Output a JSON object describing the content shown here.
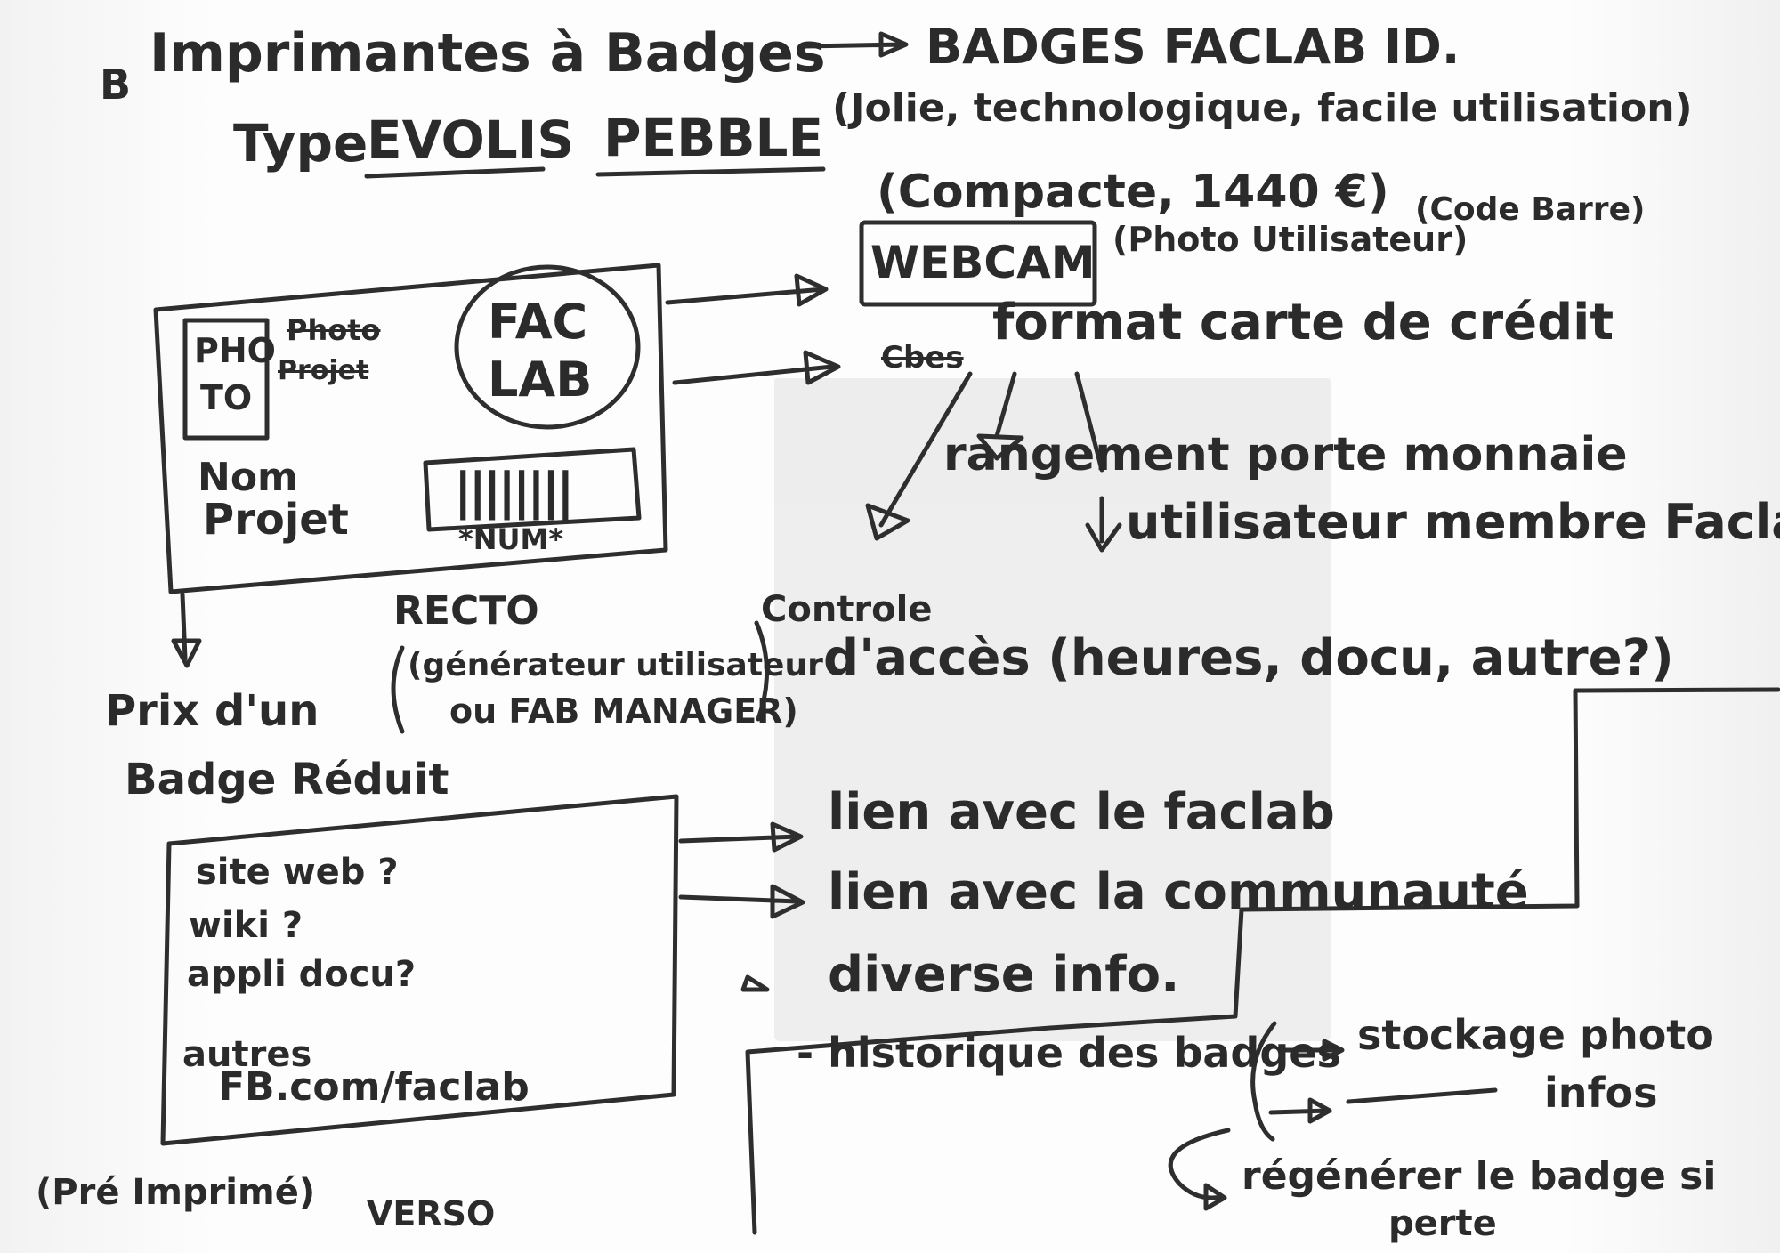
{
  "header": {
    "bullet": "B",
    "title": "Imprimantes à Badges",
    "target": "BADGES FACLAB ID.",
    "type_label": "Type",
    "type_brand": "EVOLIS",
    "type_model": "PEBBLE",
    "qualities": "(Jolie, technologique, facile utilisation)",
    "compact_price": "(Compacte, 1440 €)"
  },
  "webcam": {
    "label": "WEBCAM",
    "photo_note": "(Photo Utilisateur)",
    "barcode_note": "(Code Barre)"
  },
  "format": {
    "crossed_word": "Cbes",
    "text": "format carte de crédit",
    "branch_wallet": "rangement porte monnaie",
    "branch_member": "utilisateur membre Faclab",
    "access_title": "Controle",
    "access_text": "d'accès (heures, docu, autre?)"
  },
  "recto_card": {
    "photo_label_line1": "PHO",
    "photo_label_line2": "TO",
    "crossed_line1": "Photo",
    "crossed_line2": "Projet",
    "logo_line1": "FAC",
    "logo_line2": "LAB",
    "name_line1": "Nom",
    "name_line2": "Projet",
    "barcode_bars": "||||||||",
    "barcode_num": "*NUM*",
    "caption": "RECTO"
  },
  "price": {
    "line1": "Prix d'un",
    "line2": "Badge Réduit",
    "generator_line1": "(générateur utilisateur",
    "generator_line2": "ou FAB MANAGER)"
  },
  "verso_card": {
    "items": [
      "site web ?",
      "wiki ?",
      "appli docu?",
      "autres"
    ],
    "fb": "FB.com/faclab",
    "caption": "VERSO",
    "preprinted": "(Pré Imprimé)"
  },
  "links": {
    "faclab": "lien avec le faclab",
    "community": "lien avec la communauté",
    "misc": "diverse info."
  },
  "history": {
    "label": "- historique des badges",
    "storage": "stockage photo",
    "storage_info": "infos",
    "regen_line1": "régénérer le badge si",
    "regen_line2": "perte"
  }
}
